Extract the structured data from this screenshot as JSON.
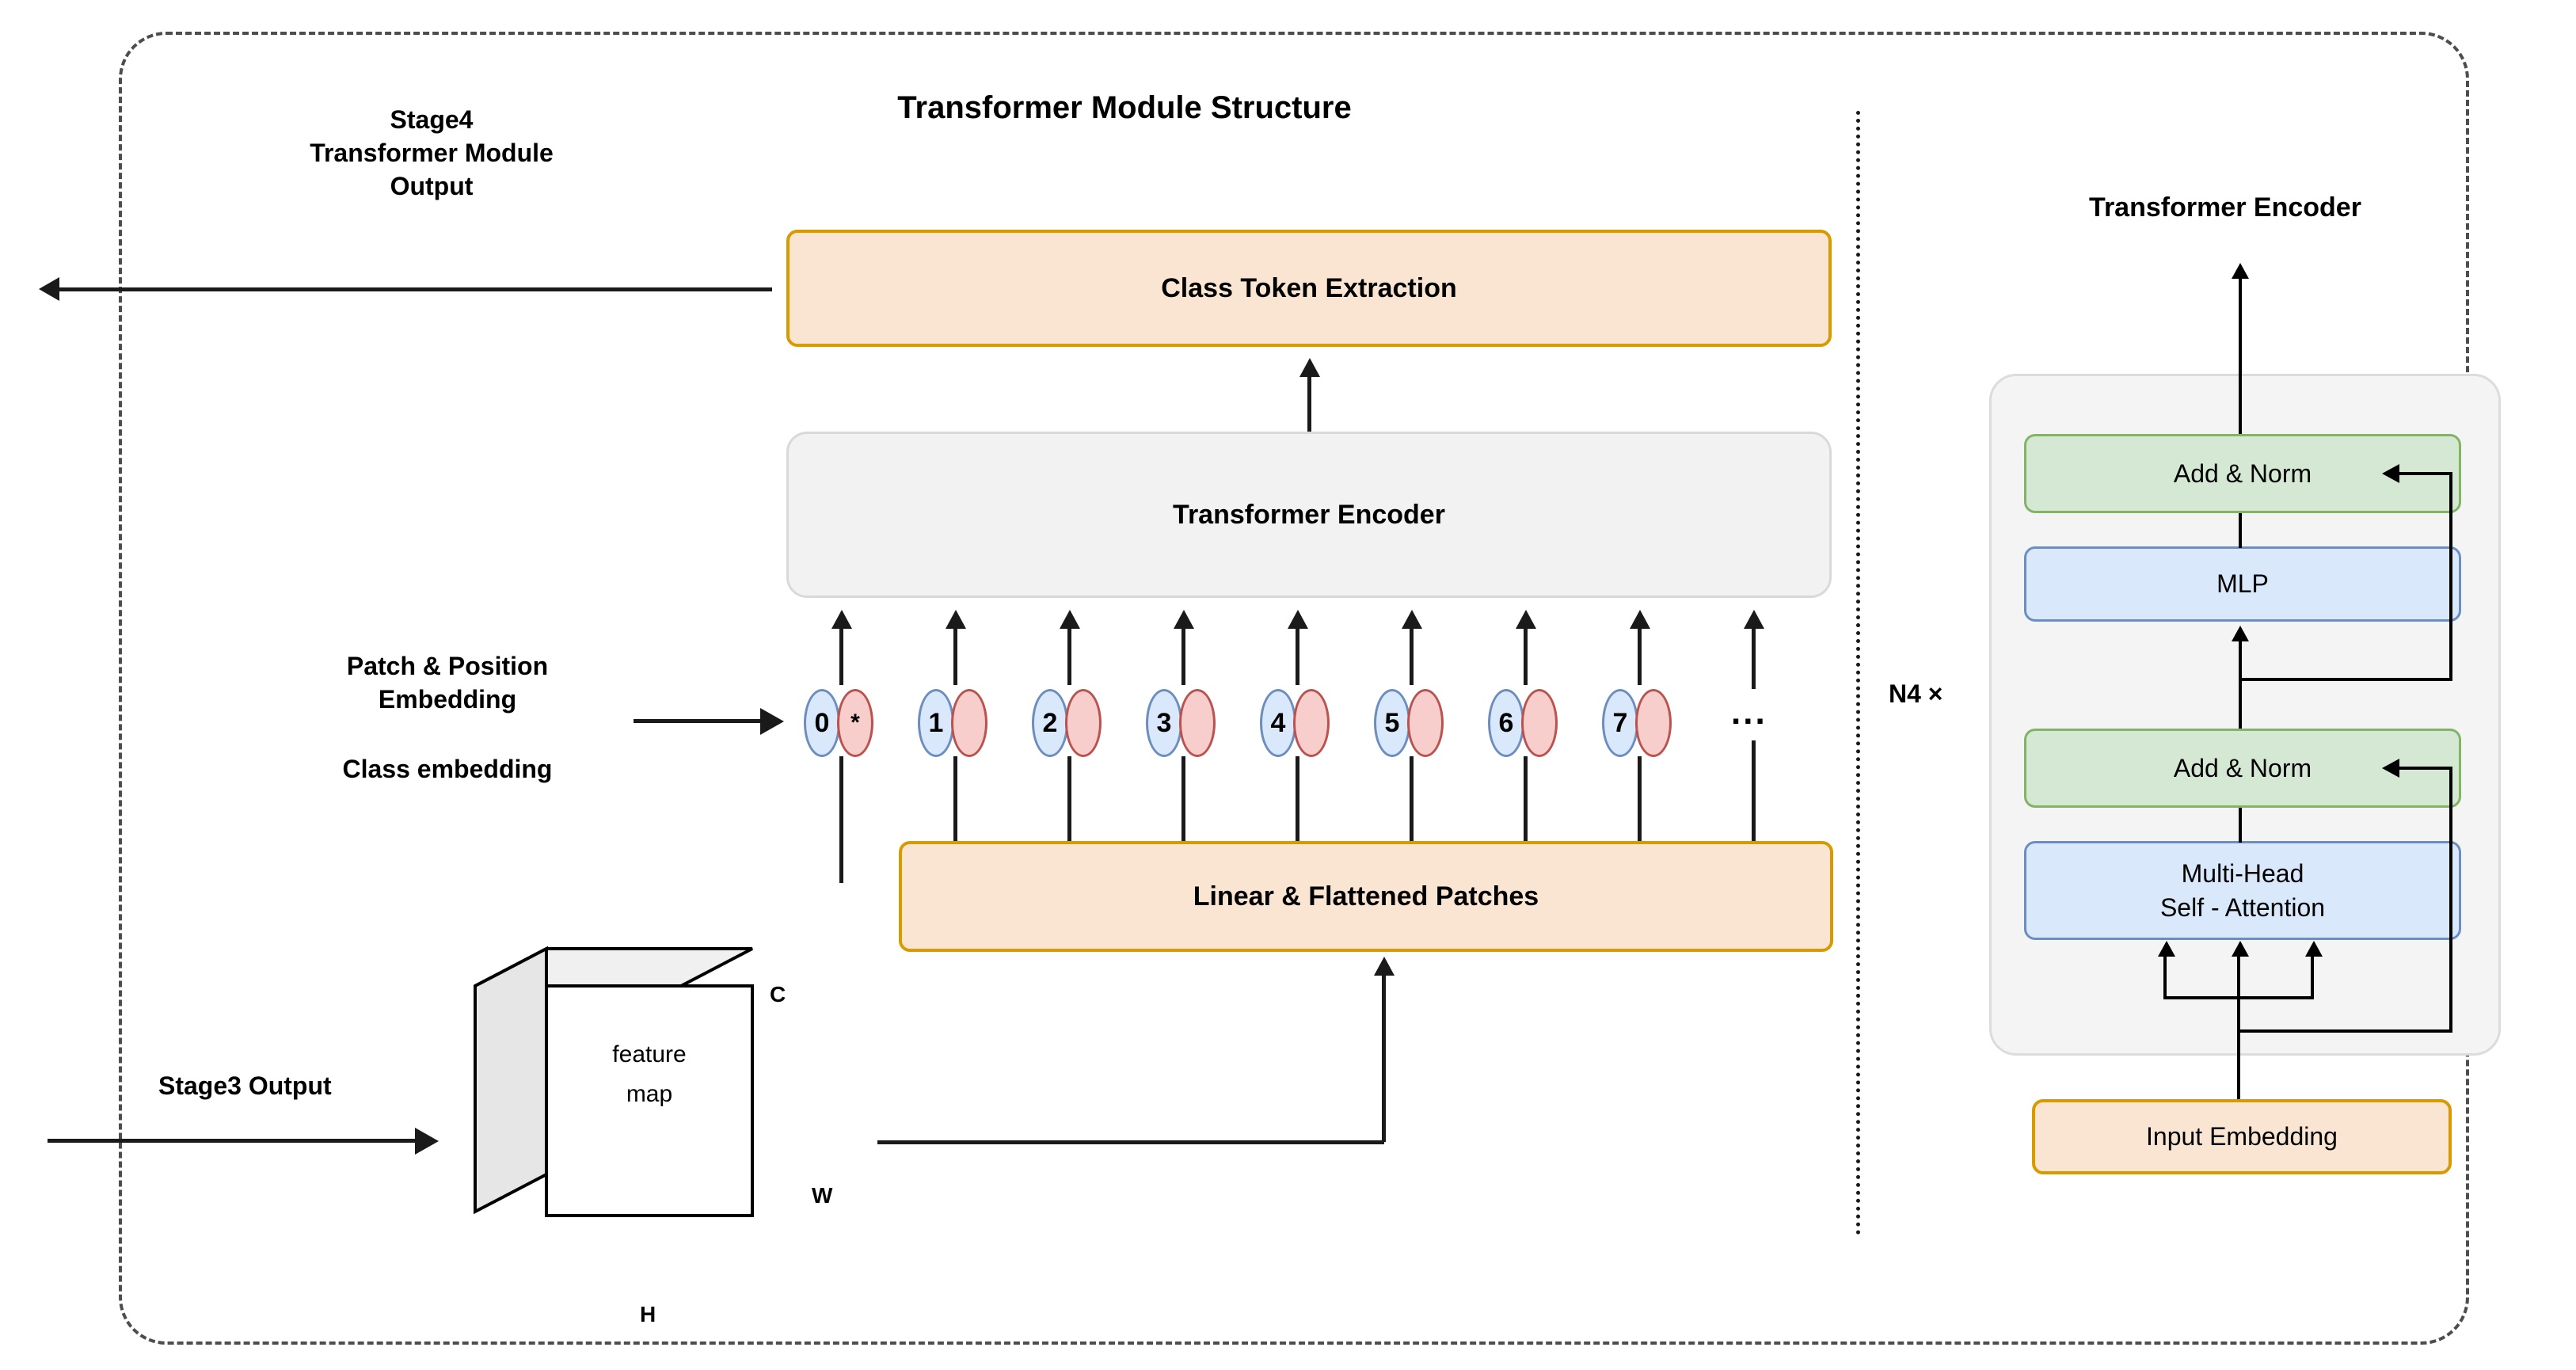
{
  "diagram": {
    "title": "Transformer Module Structure",
    "outer_frame_style": "dashed-rounded"
  },
  "left_panel": {
    "stage4_output_label": "Stage4\nTransformer Module\nOutput",
    "stage3_output_label": "Stage3 Output",
    "patch_position_label": "Patch & Position\nEmbedding",
    "class_embedding_label": "Class embedding",
    "class_token_extraction": "Class Token Extraction",
    "transformer_encoder": "Transformer Encoder",
    "linear_flattened_patches": "Linear & Flattened Patches",
    "feature_map": {
      "line1": "feature",
      "line2": "map",
      "dim_c": "C",
      "dim_w": "W",
      "dim_h": "H"
    },
    "tokens": [
      {
        "index": "0",
        "mark": "*"
      },
      {
        "index": "1",
        "mark": ""
      },
      {
        "index": "2",
        "mark": ""
      },
      {
        "index": "3",
        "mark": ""
      },
      {
        "index": "4",
        "mark": ""
      },
      {
        "index": "5",
        "mark": ""
      },
      {
        "index": "6",
        "mark": ""
      },
      {
        "index": "7",
        "mark": ""
      }
    ],
    "tokens_ellipsis": "..."
  },
  "right_panel": {
    "heading": "Transformer Encoder",
    "repeat_label": "N4 ×",
    "blocks": [
      {
        "label": "Add & Norm",
        "color": "green"
      },
      {
        "label": "MLP",
        "color": "blue"
      },
      {
        "label": "Add & Norm",
        "color": "green"
      },
      {
        "label": "Multi-Head\nSelf - Attention",
        "color": "blue"
      }
    ],
    "mha_line1": "Multi-Head",
    "mha_line2": "Self - Attention",
    "add_norm_top": "Add & Norm",
    "mlp": "MLP",
    "add_norm_bottom": "Add & Norm",
    "input_embedding": "Input Embedding"
  },
  "colors": {
    "orange_fill": "#fae5d3",
    "orange_border": "#d79b00",
    "green_fill": "#d5e8d4",
    "green_border": "#82b366",
    "blue_fill": "#dae8fc",
    "blue_border": "#6c8ebf",
    "pink_fill": "#f8cecc",
    "pink_border": "#b85450",
    "gray_fill": "#f2f2f2",
    "gray_border": "#d9d9d9",
    "line": "#1a1a1a"
  }
}
